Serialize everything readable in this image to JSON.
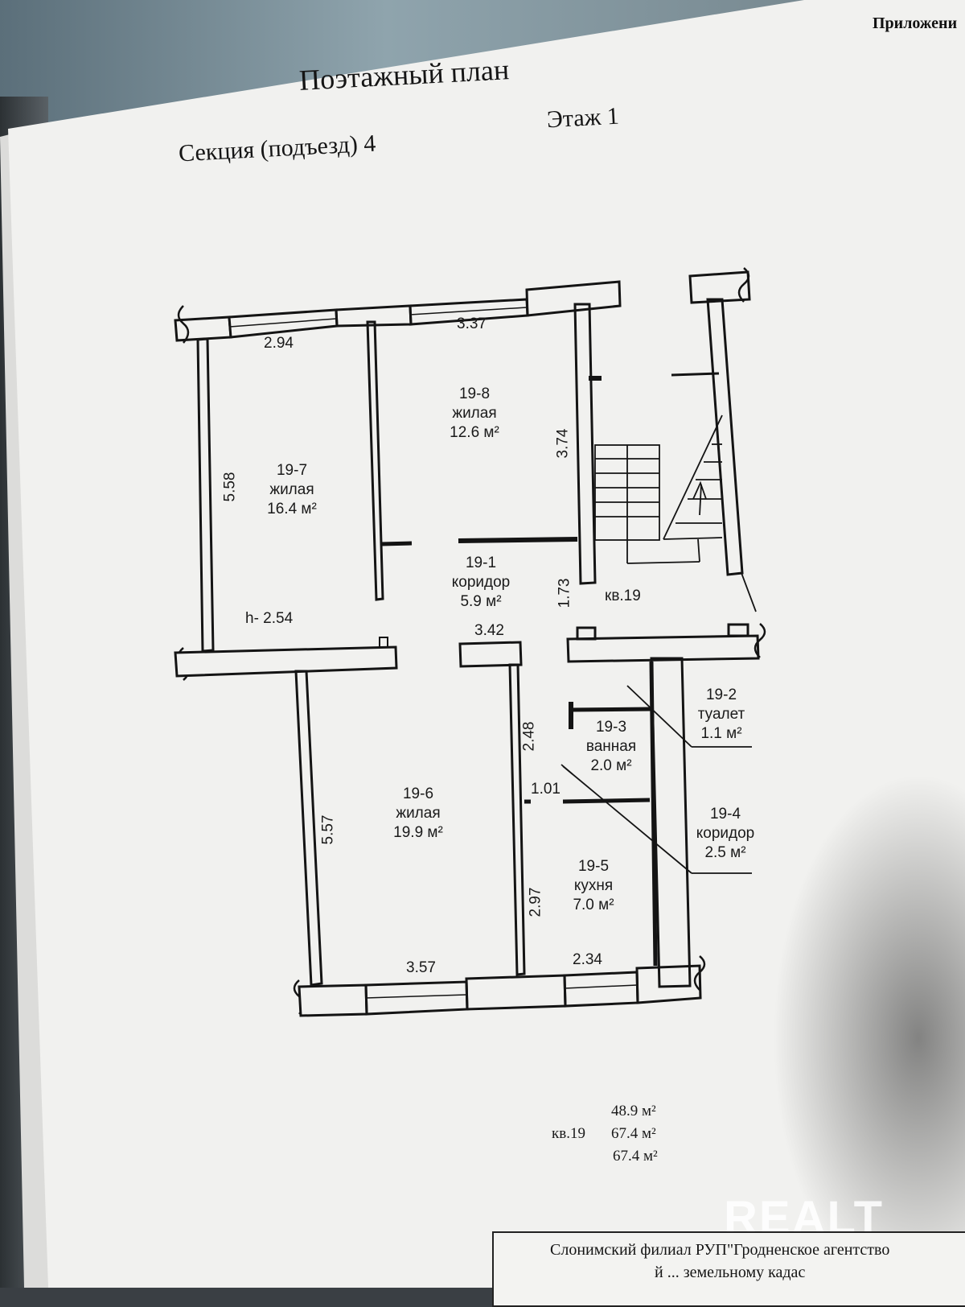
{
  "header": {
    "title": "Поэтажный план",
    "section": "Секция (подъезд) 4",
    "floor": "Этаж 1",
    "corner_text": "Приложени"
  },
  "rooms": [
    {
      "id": "19-8",
      "type": "жилая",
      "area": "12.6 м²"
    },
    {
      "id": "19-7",
      "type": "жилая",
      "area": "16.4 м²"
    },
    {
      "id": "19-1",
      "type": "коридор",
      "area": "5.9 м²"
    },
    {
      "id": "19-6",
      "type": "жилая",
      "area": "19.9 м²"
    },
    {
      "id": "19-2",
      "type": "туалет",
      "area": "1.1 м²"
    },
    {
      "id": "19-3",
      "type": "ванная",
      "area": "2.0 м²"
    },
    {
      "id": "19-4",
      "type": "коридор",
      "area": "2.5 м²"
    },
    {
      "id": "19-5",
      "type": "кухня",
      "area": "7.0 м²"
    }
  ],
  "dimensions": {
    "d_294": "2.94",
    "d_337": "3.37",
    "d_374": "3.74",
    "d_558": "5.58",
    "d_173": "1.73",
    "d_342": "3.42",
    "d_height": "h- 2.54",
    "d_248": "2.48",
    "d_101": "1.01",
    "d_557": "5.57",
    "d_297": "2.97",
    "d_357": "3.57",
    "d_234": "2.34"
  },
  "apartment_label": "кв.19",
  "summary": {
    "apartment": "кв.19",
    "area_1": "48.9 м²",
    "area_2": "67.4 м²",
    "area_3": "67.4 м²"
  },
  "stamp": {
    "line_1": "Слонимский филиал РУП\"Гродненское агентство",
    "line_2": "й      ...      земельному кадас"
  },
  "watermark": "REALT"
}
